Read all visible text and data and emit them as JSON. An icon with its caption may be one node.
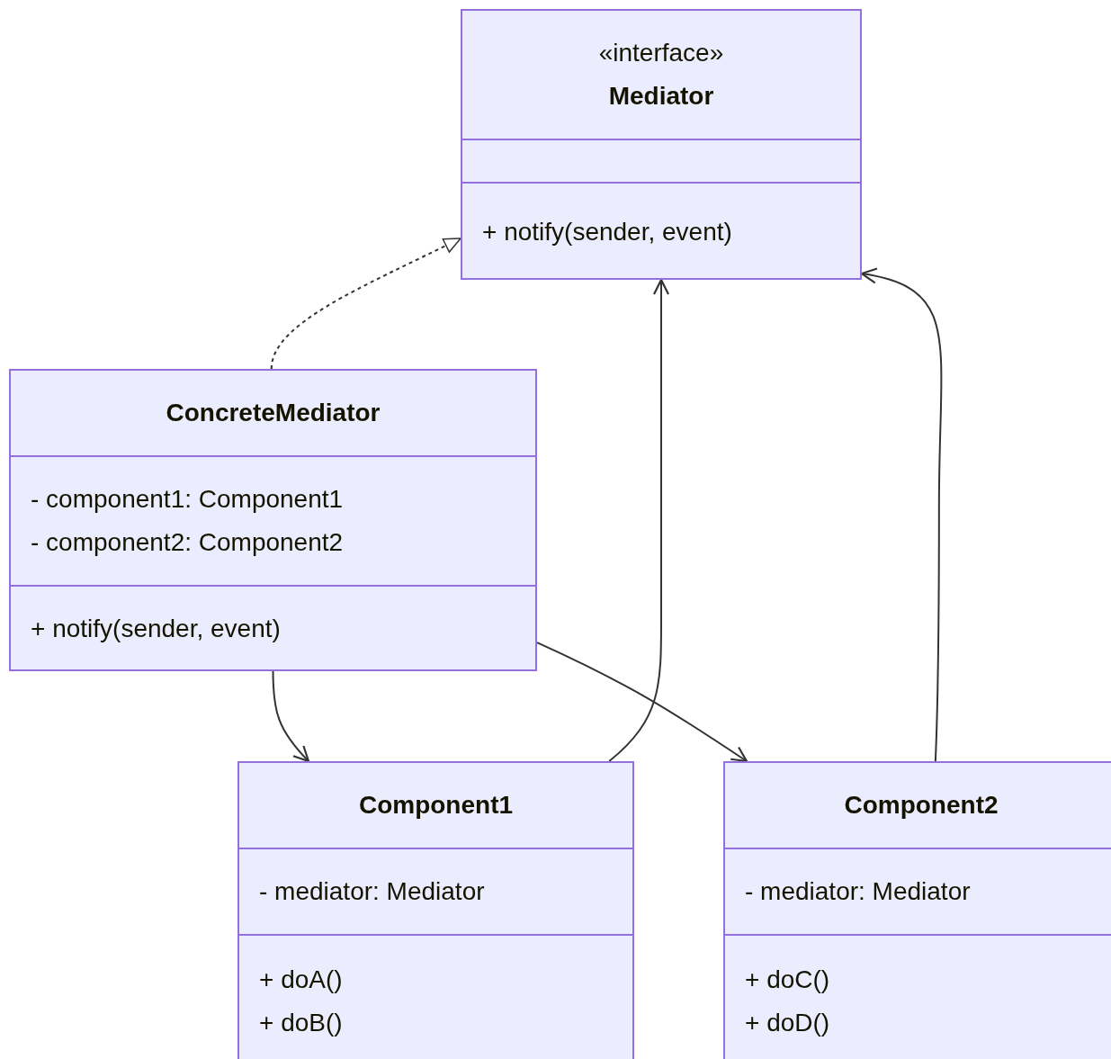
{
  "diagram": {
    "nodes": [
      {
        "text": [
          "«interface»",
          "Mediator",
          "+ notify(sender, event)"
        ]
      },
      {
        "text": [
          "ConcreteMediator",
          "- component1: Component1",
          "- component2: Component2",
          "+ notify(sender, event)"
        ]
      },
      {
        "text": [
          "Component1",
          "- mediator: Mediator",
          "+ doA()",
          "+ doB()"
        ]
      },
      {
        "text": [
          "Component2",
          "- mediator: Mediator",
          "+ doC()",
          "+ doD()"
        ]
      }
    ],
    "edges": [
      {
        "from": 1,
        "to": 0,
        "arrow": "to",
        "style": "dashed"
      },
      {
        "from": 2,
        "to": 0,
        "arrow": "to"
      },
      {
        "from": 3,
        "to": 0,
        "arrow": "to"
      },
      {
        "from": 1,
        "to": 2,
        "arrow": "to"
      },
      {
        "from": 1,
        "to": 3,
        "arrow": "to"
      }
    ]
  }
}
